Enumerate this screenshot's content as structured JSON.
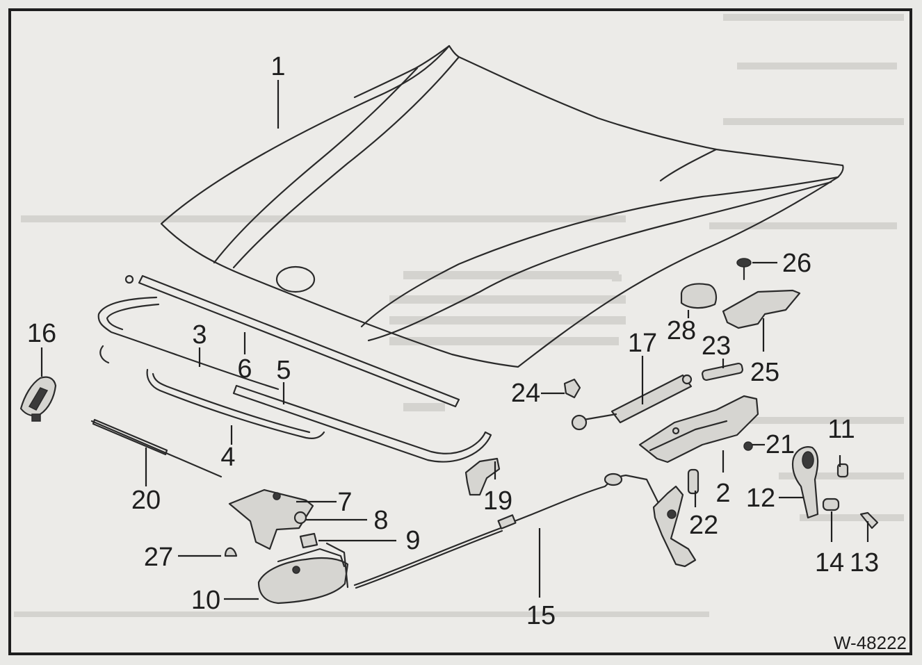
{
  "diagram": {
    "reference_code": "W-48222",
    "callouts": [
      {
        "id": "c1",
        "text": "1"
      },
      {
        "id": "c2",
        "text": "2"
      },
      {
        "id": "c3",
        "text": "3"
      },
      {
        "id": "c4",
        "text": "4"
      },
      {
        "id": "c5",
        "text": "5"
      },
      {
        "id": "c6",
        "text": "6"
      },
      {
        "id": "c7",
        "text": "7"
      },
      {
        "id": "c8",
        "text": "8"
      },
      {
        "id": "c9",
        "text": "9"
      },
      {
        "id": "c10",
        "text": "10"
      },
      {
        "id": "c11",
        "text": "11"
      },
      {
        "id": "c12",
        "text": "12"
      },
      {
        "id": "c13",
        "text": "13"
      },
      {
        "id": "c14",
        "text": "14"
      },
      {
        "id": "c15",
        "text": "15"
      },
      {
        "id": "c16",
        "text": "16"
      },
      {
        "id": "c17",
        "text": "17"
      },
      {
        "id": "c19",
        "text": "19"
      },
      {
        "id": "c20",
        "text": "20"
      },
      {
        "id": "c21",
        "text": "21"
      },
      {
        "id": "c22",
        "text": "22"
      },
      {
        "id": "c23",
        "text": "23"
      },
      {
        "id": "c24",
        "text": "24"
      },
      {
        "id": "c25",
        "text": "25"
      },
      {
        "id": "c26",
        "text": "26"
      },
      {
        "id": "c27",
        "text": "27"
      },
      {
        "id": "c28",
        "text": "28"
      }
    ]
  }
}
